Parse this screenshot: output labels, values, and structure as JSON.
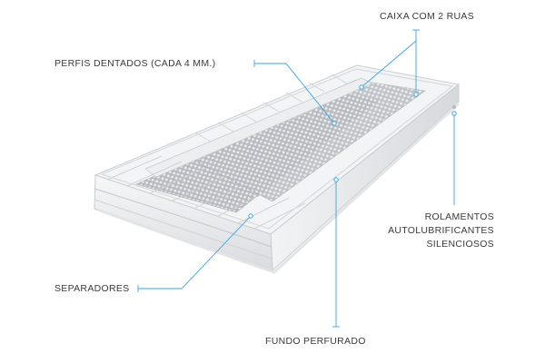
{
  "colors": {
    "callout_line": "#3aa6e0",
    "label_text": "#3a3a3a",
    "tray_frame": "#ececec",
    "tray_edge": "#c9cdd2",
    "mesh": "#9ea3a8"
  },
  "labels": {
    "caixa": "CAIXA COM 2 RUAS",
    "perfis": "PERFIS DENTADOS (CADA 4 MM.)",
    "rolamentos": [
      "ROLAMENTOS",
      "AUTOLUBRIFICANTES",
      "SILENCIOSOS"
    ],
    "separadores": "SEPARADORES",
    "fundo": "FUNDO PERFURADO"
  }
}
